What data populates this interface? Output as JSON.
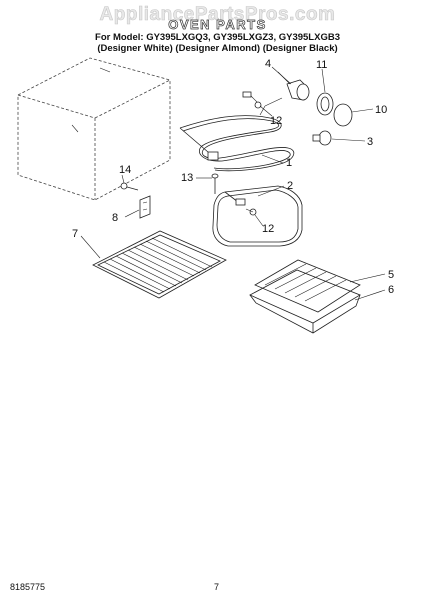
{
  "watermark": "AppliancePartsPros.com",
  "title": "OVEN PARTS",
  "models": {
    "line1": "For Model: GY395LXGQ3, GY395LXGZ3, GY395LXGB3",
    "line2": "(Designer White) (Designer Almond) (Designer Black)"
  },
  "callouts": {
    "c1": "1",
    "c2": "2",
    "c3": "3",
    "c4": "4",
    "c5": "5",
    "c6": "6",
    "c7": "7",
    "c8": "8",
    "c10": "10",
    "c11": "11",
    "c12a": "12",
    "c12b": "12",
    "c13": "13",
    "c14": "14"
  },
  "footer": {
    "doc_number": "8185775",
    "page_number": "7"
  }
}
